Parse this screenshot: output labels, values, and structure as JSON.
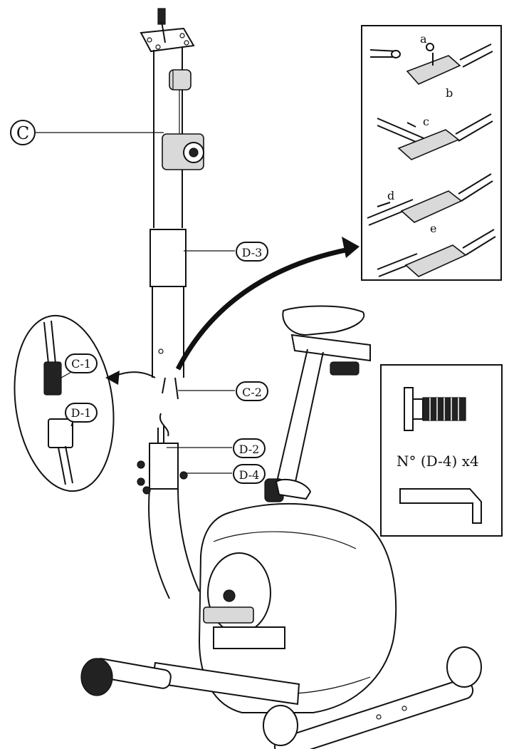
{
  "labels": {
    "C": "C",
    "C1": "C-1",
    "C2": "C-2",
    "D1": "D-1",
    "D2": "D-2",
    "D3": "D-3",
    "D4": "D-4"
  },
  "steps": {
    "a": "a",
    "b": "b",
    "c": "c",
    "d": "d",
    "e": "e"
  },
  "hardware": {
    "caption": "N° (D-4) x4"
  }
}
